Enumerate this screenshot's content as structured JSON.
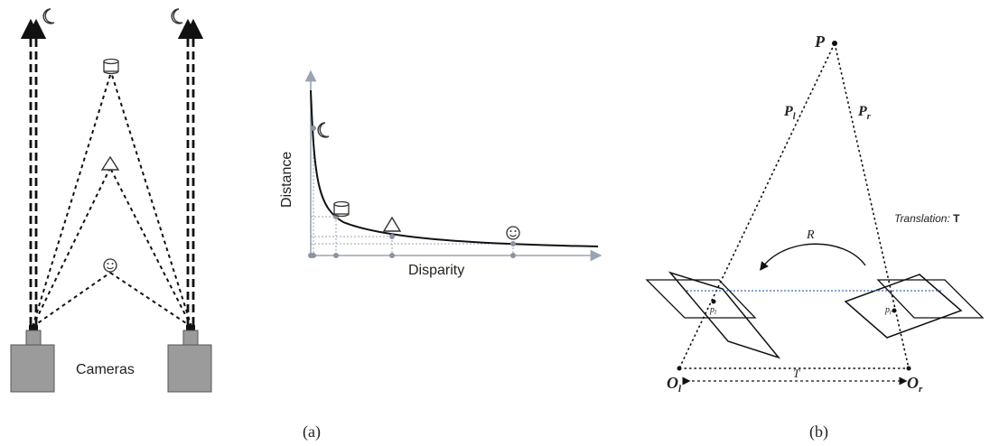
{
  "panel_a": {
    "cameras_label": "Cameras",
    "graph": {
      "ylabel": "Distance",
      "xlabel": "Disparity"
    },
    "caption": "(a)"
  },
  "panel_b": {
    "point_P": "P",
    "ray_left": "P",
    "ray_left_sub": "l",
    "ray_right": "P",
    "ray_right_sub": "r",
    "translation_label": "Translation: ",
    "translation_symbol": "T",
    "rotation_label": "R",
    "p_left": "p",
    "p_left_sub": "l",
    "p_right": "p",
    "p_right_sub": "r",
    "origin_left": "O",
    "origin_left_sub": "l",
    "origin_right": "O",
    "origin_right_sub": "r",
    "baseline_label": "T",
    "caption": "(b)"
  },
  "icons": [
    "moon-icon",
    "cylinder-icon",
    "triangle-icon",
    "smiley-icon",
    "camera-icon"
  ]
}
